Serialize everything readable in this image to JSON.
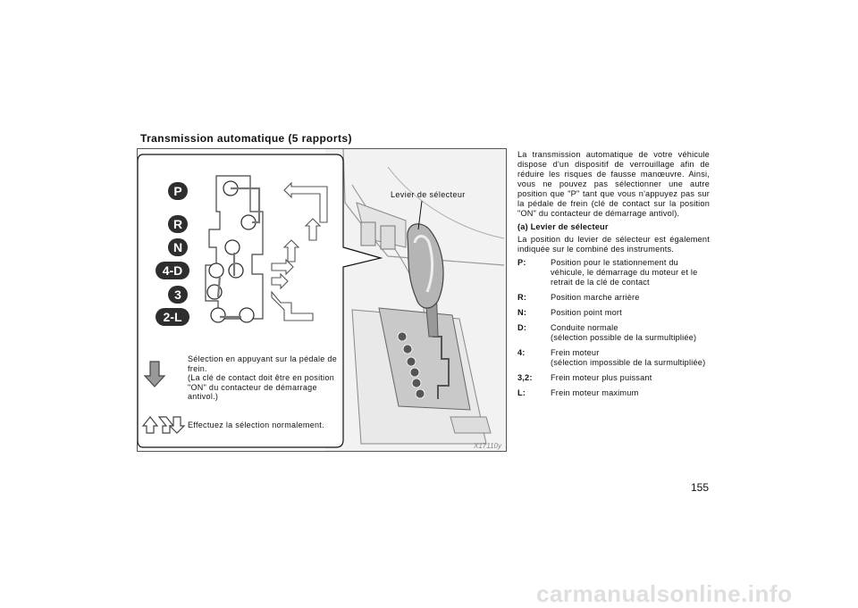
{
  "section_title": "Transmission automatique (5 rapports)",
  "figure": {
    "gears": [
      "P",
      "R",
      "N",
      "4-D",
      "3",
      "2-L"
    ],
    "callout_label": "Levier de sélecteur",
    "legend_brake": "Sélection en appuyant sur la pédale de frein.\n(La clé de contact doit être en position \"ON\" du contacteur de démarrage antivol.)",
    "legend_normal": "Effectuez la sélection normalement.",
    "figure_code": "X17110y"
  },
  "text": {
    "intro": "La transmission automatique de votre véhicule dispose d'un dispositif de verrouillage afin de réduire les risques de fausse manœuvre. Ainsi, vous ne pouvez pas sélectionner une autre position que \"P\" tant que vous n'appuyez pas sur la pédale de frein (clé de contact sur la position \"ON\" du contacteur de démarrage antivol).",
    "subheading": "(a) Levier de sélecteur",
    "para": "La position du levier de sélecteur est également indiquée sur le combiné des instruments.",
    "definitions": [
      {
        "key": "P:",
        "value": "Position pour le stationnement du véhicule, le démarrage du moteur et le retrait de la clé de contact"
      },
      {
        "key": "R:",
        "value": "Position marche arrière"
      },
      {
        "key": "N:",
        "value": "Position point mort"
      },
      {
        "key": "D:",
        "value": "Conduite normale\n(sélection possible de la surmultipliée)"
      },
      {
        "key": "4:",
        "value": "Frein moteur\n(sélection impossible de la surmultipliée)"
      },
      {
        "key": "3,2:",
        "value": "Frein moteur plus puissant"
      },
      {
        "key": "L:",
        "value": "Frein moteur maximum"
      }
    ]
  },
  "page_number": "155",
  "watermark": "carmanualsonline.info"
}
